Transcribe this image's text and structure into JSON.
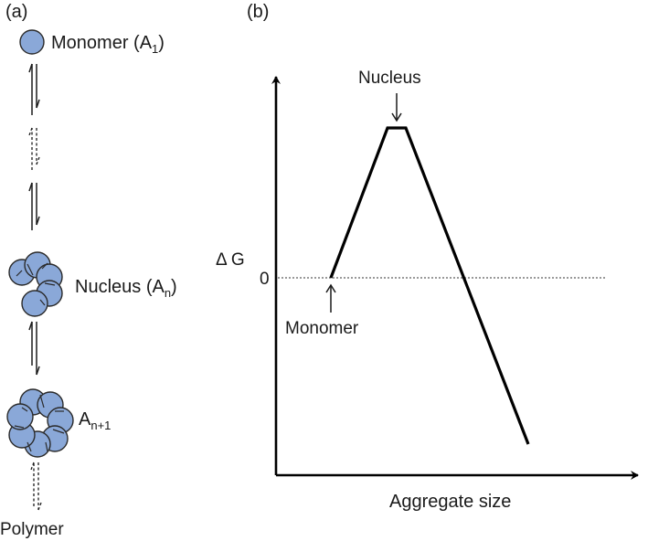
{
  "panel_a": {
    "label": "(a)",
    "monomer_label": "Monomer (A",
    "monomer_sub": "1",
    "monomer_close": ")",
    "nucleus_label": "Nucleus (A",
    "nucleus_sub": "n",
    "nucleus_close": ")",
    "next_label": "A",
    "next_sub": "n+1",
    "polymer_label": "Polymer"
  },
  "panel_b": {
    "label": "(b)",
    "ylabel": "Δ G",
    "zero_tick": "0",
    "xlabel": "Aggregate size",
    "nucleus_annotation": "Nucleus",
    "monomer_annotation": "Monomer"
  },
  "colors": {
    "bead_fill": "#8aa8d8",
    "line": "#000000"
  }
}
